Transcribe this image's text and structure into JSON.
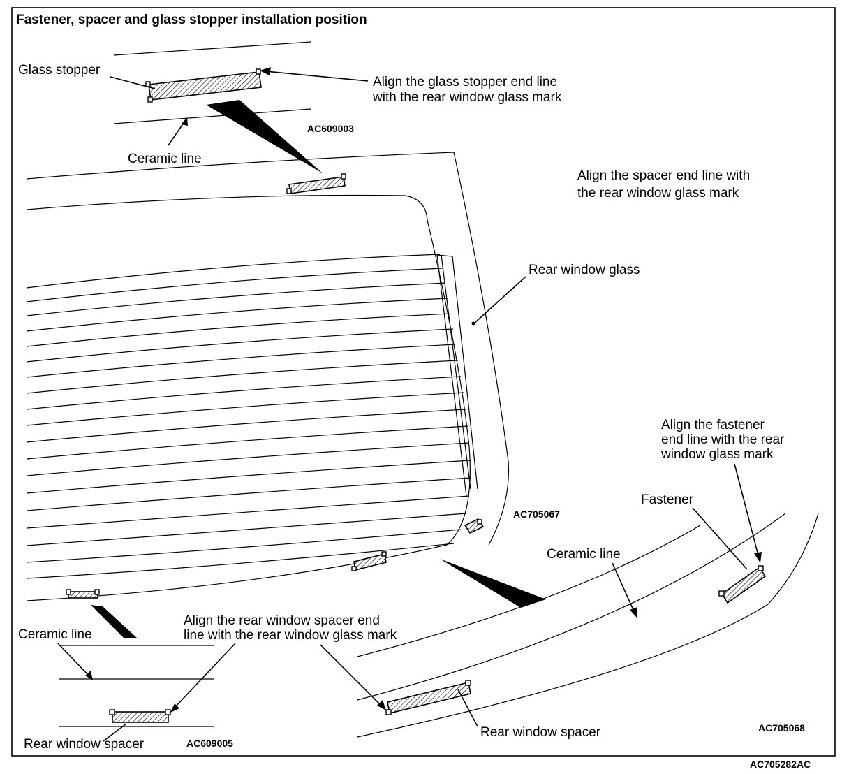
{
  "title": "Fastener, spacer and glass stopper installation position",
  "codes": {
    "stopper_detail": "AC609003",
    "fastener_area": "AC705067",
    "spacer_detail": "AC609005",
    "lower_right_detail": "AC705068",
    "figure": "AC705282AC"
  },
  "labels": {
    "glass_stopper": "Glass stopper",
    "stopper_align_line1": "Align the glass stopper end line",
    "stopper_align_line2": "with the rear window glass mark",
    "ceramic_line_top": "Ceramic line",
    "spacer_align_line1": "Align the spacer end line with",
    "spacer_align_line2": "the rear window glass mark",
    "rear_window_glass": "Rear window glass",
    "fastener_align_line1": "Align the fastener",
    "fastener_align_line2": "end line with the rear",
    "fastener_align_line3": "window glass mark",
    "fastener": "Fastener",
    "ceramic_line_right": "Ceramic line",
    "ceramic_line_left": "Ceramic line",
    "rw_spacer_align_line1": "Align the rear window spacer end",
    "rw_spacer_align_line2": "line with the rear window glass mark",
    "rear_window_spacer_left": "Rear window spacer",
    "rear_window_spacer_right": "Rear window spacer"
  }
}
